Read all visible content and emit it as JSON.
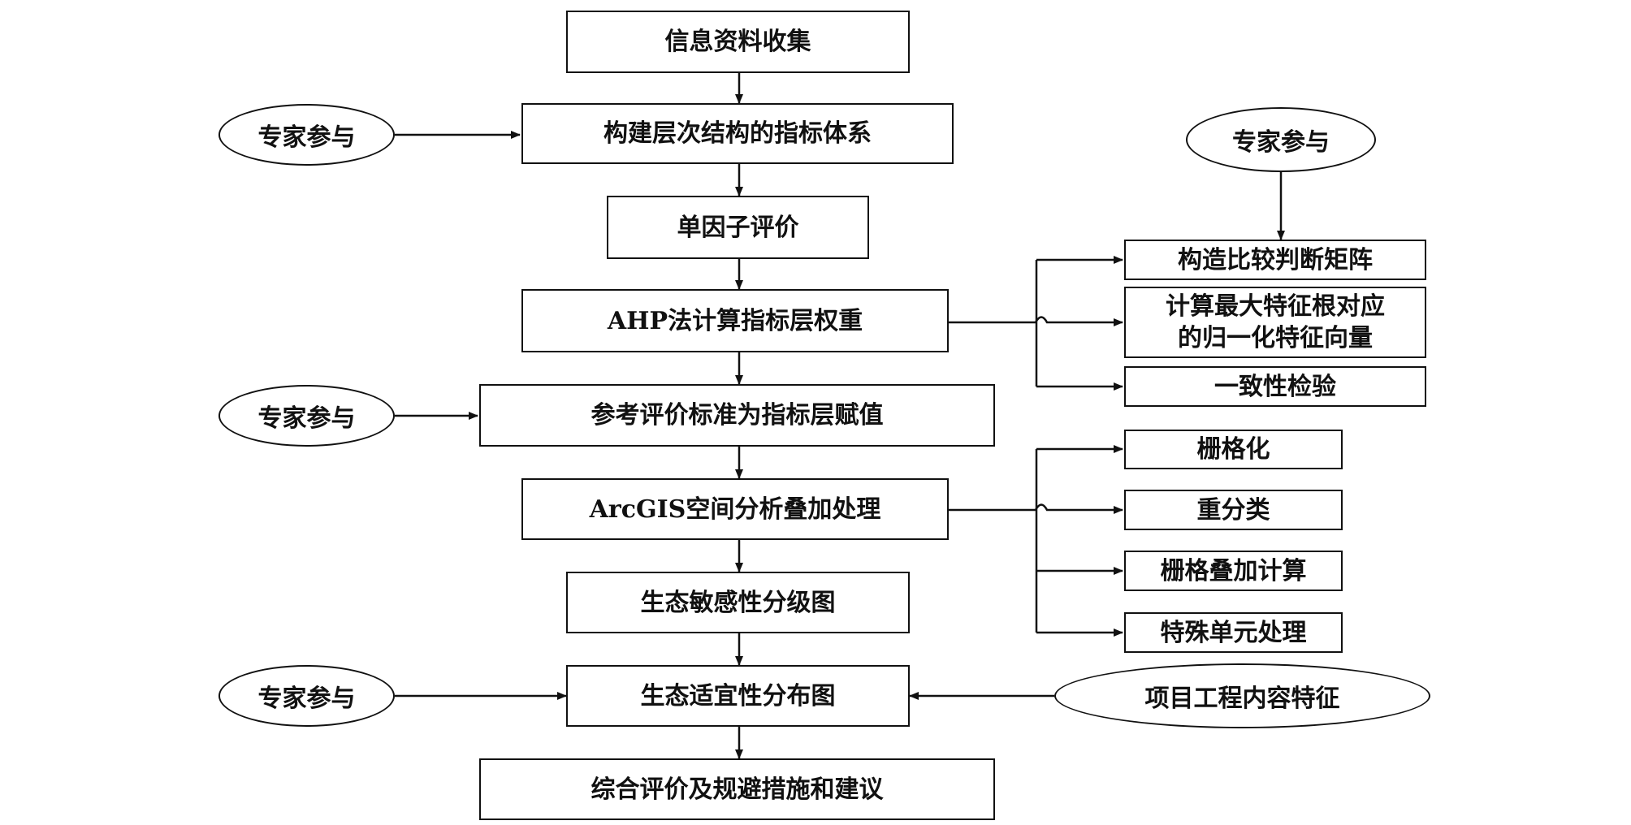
{
  "main_flow": {
    "step1": "信息资料收集",
    "step2": "构建层次结构的指标体系",
    "step3": "单因子评价",
    "step4": "AHP法计算指标层权重",
    "step5": "参考评价标准为指标层赋值",
    "step6": "ArcGIS空间分析叠加处理",
    "step7": "生态敏感性分级图",
    "step8": "生态适宜性分布图",
    "step9": "综合评价及规避措施和建议"
  },
  "ahp_branch": {
    "expert": "专家参与",
    "sub1": "构造比较判断矩阵",
    "sub2_line1": "计算最大特征根对应",
    "sub2_line2": "的归一化特征向量",
    "sub3": "一致性检验"
  },
  "arcgis_branch": {
    "sub1": "栅格化",
    "sub2": "重分类",
    "sub3": "栅格叠加计算",
    "sub4": "特殊单元处理"
  },
  "inputs": {
    "expert_1": "专家参与",
    "expert_2": "专家参与",
    "expert_3": "专家参与",
    "project_features": "项目工程内容特征"
  }
}
